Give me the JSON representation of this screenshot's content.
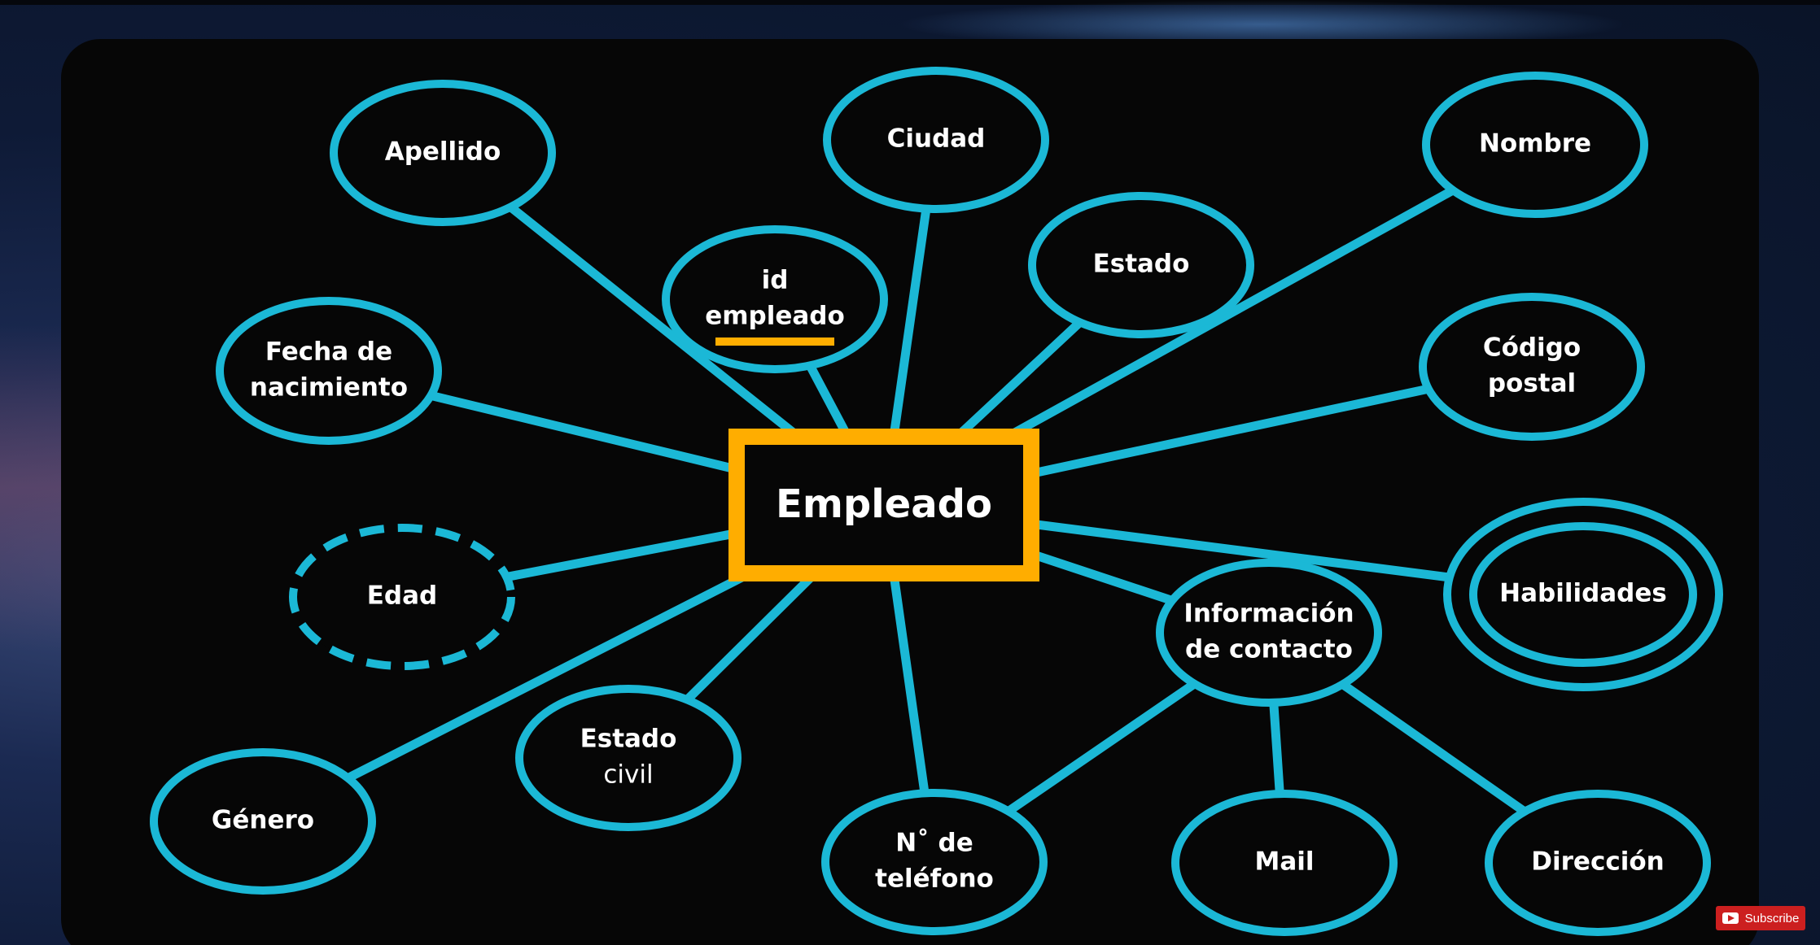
{
  "entity": {
    "label": "Empleado"
  },
  "attributes": [
    {
      "id": "apellido",
      "lines": [
        "Apellido"
      ]
    },
    {
      "id": "ciudad",
      "lines": [
        "Ciudad"
      ]
    },
    {
      "id": "nombre",
      "lines": [
        "Nombre"
      ]
    },
    {
      "id": "id-empleado",
      "lines": [
        "id",
        "empleado"
      ],
      "key": true
    },
    {
      "id": "estado",
      "lines": [
        "Estado"
      ]
    },
    {
      "id": "fecha-de-nacimiento",
      "lines": [
        "Fecha de",
        "nacimiento"
      ]
    },
    {
      "id": "codigo-postal",
      "lines": [
        "Código",
        "postal"
      ]
    },
    {
      "id": "edad",
      "lines": [
        "Edad"
      ],
      "derived": true
    },
    {
      "id": "habilidades",
      "lines": [
        "Habilidades"
      ],
      "multivalued": true
    },
    {
      "id": "informacion-de-contacto",
      "lines": [
        "Información",
        "de contacto"
      ],
      "composite": true
    },
    {
      "id": "genero",
      "lines": [
        "Género"
      ]
    },
    {
      "id": "estado-civil",
      "lines": [
        "Estado",
        "civil"
      ],
      "weights": [
        "bold",
        "normal"
      ]
    },
    {
      "id": "numero-de-telefono",
      "lines": [
        "N˚ de",
        "teléfono"
      ]
    },
    {
      "id": "mail",
      "lines": [
        "Mail"
      ]
    },
    {
      "id": "direccion",
      "lines": [
        "Dirección"
      ]
    }
  ],
  "connections": [
    [
      "entity",
      "apellido"
    ],
    [
      "entity",
      "ciudad"
    ],
    [
      "entity",
      "nombre"
    ],
    [
      "entity",
      "id-empleado"
    ],
    [
      "entity",
      "estado"
    ],
    [
      "entity",
      "fecha-de-nacimiento"
    ],
    [
      "entity",
      "codigo-postal"
    ],
    [
      "entity",
      "edad"
    ],
    [
      "entity",
      "habilidades"
    ],
    [
      "entity",
      "informacion-de-contacto"
    ],
    [
      "entity",
      "genero"
    ],
    [
      "entity",
      "estado-civil"
    ],
    [
      "entity",
      "numero-de-telefono"
    ],
    [
      "informacion-de-contacto",
      "numero-de-telefono"
    ],
    [
      "informacion-de-contacto",
      "mail"
    ],
    [
      "informacion-de-contacto",
      "direccion"
    ]
  ],
  "colors": {
    "attribute_stroke": "#1bb8d6",
    "entity_stroke": "#ffad00",
    "key_underline": "#ffad00",
    "board": "#060606",
    "text": "#ffffff"
  },
  "subscribe": {
    "label": "Subscribe",
    "icon": "youtube-icon"
  }
}
